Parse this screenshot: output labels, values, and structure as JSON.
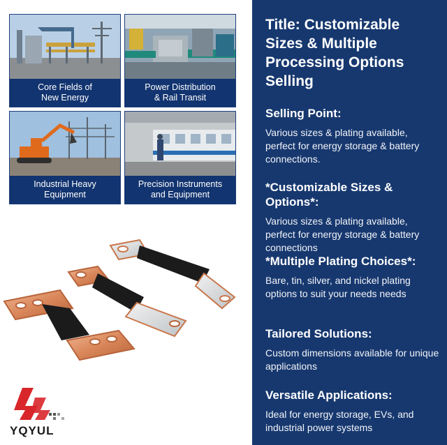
{
  "tiles": [
    {
      "caption": "Core Fields of\nNew Energy"
    },
    {
      "caption": "Power Distribution\n& Rail Transit"
    },
    {
      "caption": "Industrial Heavy\nEquipment"
    },
    {
      "caption": "Precision Instruments\nand Equipment"
    }
  ],
  "logo": {
    "text": "YQYUL"
  },
  "panel": {
    "title": "Title: Customizable Sizes & Multiple Processing Options Selling",
    "sections": [
      {
        "heading": "Selling Point:",
        "body": "Various sizes & plating available, perfect for energy storage & battery connections."
      },
      {
        "heading": "*Customizable Sizes & Options*:",
        "body": "Various sizes & plating available, perfect for energy storage & battery connections"
      },
      {
        "heading": "*Multiple Plating Choices*:",
        "body": "Bare, tin, silver, and nickel plating options to suit your needs needs"
      },
      {
        "heading": "Tailored Solutions:",
        "body": "Custom dimensions available for unique applications"
      },
      {
        "heading": "Versatile Applications:",
        "body": "Ideal for energy storage, EVs, and industrial power systems"
      }
    ]
  },
  "colors": {
    "panel_bg": "#17386f",
    "tile_caption_bg": "#123470",
    "copper": "#d9865a",
    "black_insulation": "#1b1b1b"
  }
}
